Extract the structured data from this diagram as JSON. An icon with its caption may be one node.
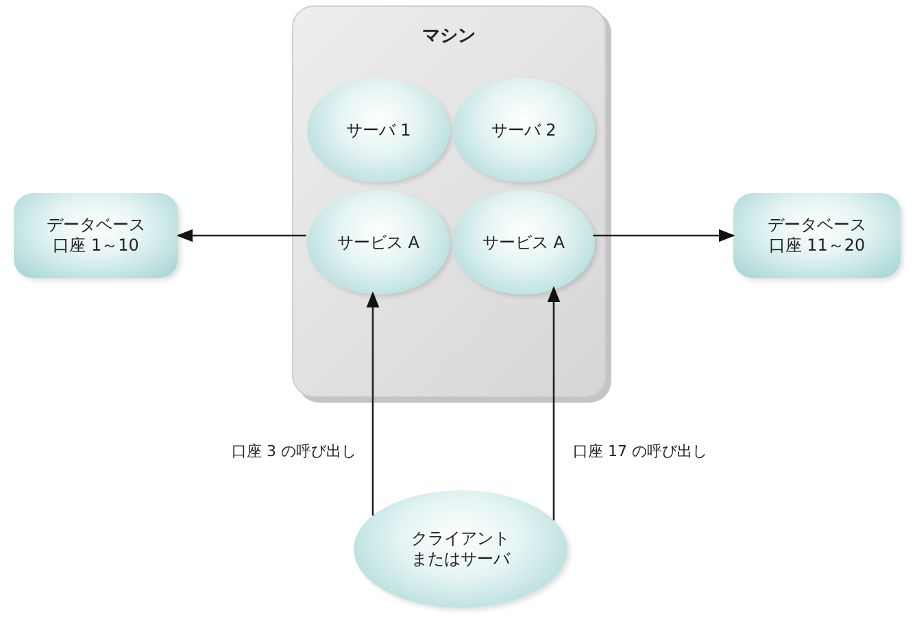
{
  "diagram": {
    "nodes": [
      {
        "text": [
          "マシン"
        ]
      },
      {
        "text": [
          "サーバ 1"
        ],
        "in": 0
      },
      {
        "text": [
          "サーバ 2"
        ],
        "in": 0
      },
      {
        "text": [
          "サービス A"
        ],
        "in": 0
      },
      {
        "text": [
          "サービス A"
        ],
        "in": 0
      },
      {
        "text": [
          "データベース口座 1～10"
        ]
      },
      {
        "text": [
          "データベース口座 11～20"
        ]
      },
      {
        "text": [
          "クライアントまたはサーバ"
        ]
      }
    ],
    "edges": [
      {
        "from": 3,
        "to": 5,
        "arrow": "to"
      },
      {
        "from": 4,
        "to": 6,
        "arrow": "to"
      },
      {
        "from": 7,
        "to": 3,
        "arrow": "to",
        "label": "口座 3 の呼び出し"
      },
      {
        "from": 7,
        "to": 4,
        "arrow": "to",
        "label": "口座 17 の呼び出し"
      }
    ]
  }
}
